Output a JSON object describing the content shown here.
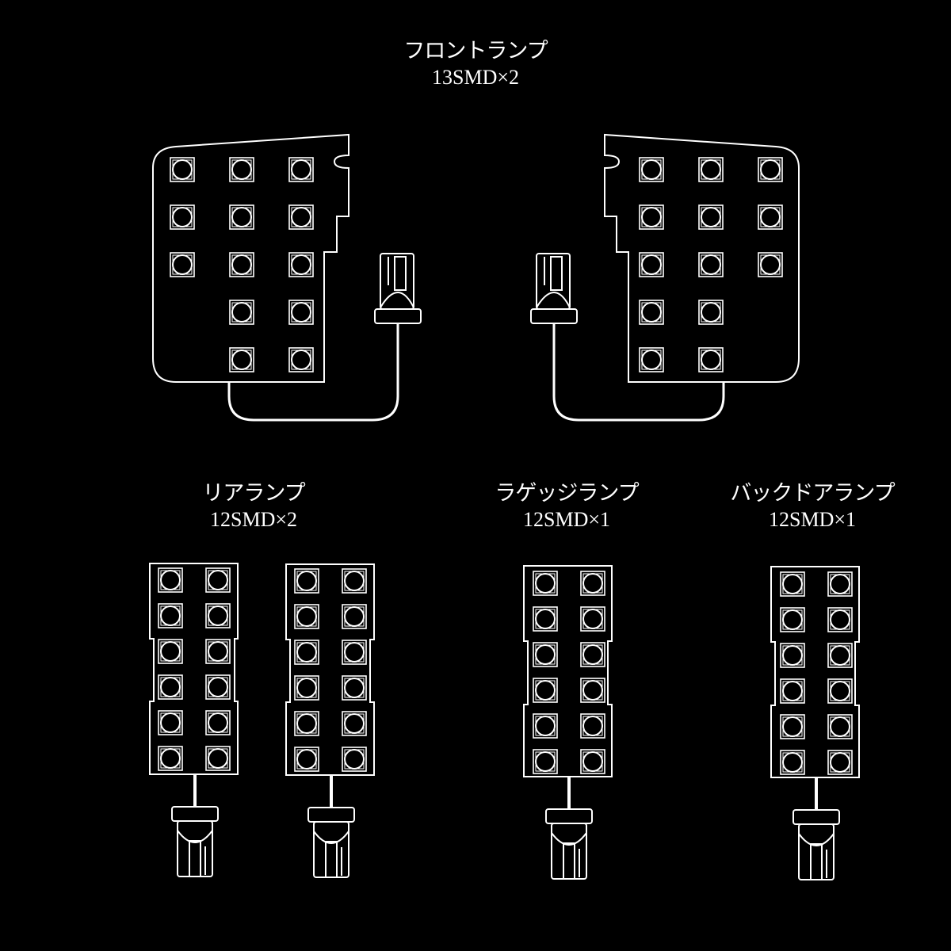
{
  "diagram": {
    "background": "#000000",
    "line_color": "#ffffff",
    "groups": [
      {
        "id": "front",
        "name": "フロントランプ",
        "spec": "13SMD×2",
        "led_count": 13,
        "quantity": 2
      },
      {
        "id": "rear",
        "name": "リアランプ",
        "spec": "12SMD×2",
        "led_count": 12,
        "quantity": 2
      },
      {
        "id": "luggage",
        "name": "ラゲッジランプ",
        "spec": "12SMD×1",
        "led_count": 12,
        "quantity": 1
      },
      {
        "id": "backdoor",
        "name": "バックドアランプ",
        "spec": "12SMD×1",
        "led_count": 12,
        "quantity": 1
      }
    ],
    "parts": [
      {
        "group": "front",
        "board": "front-left",
        "connector": "T10 wedge socket"
      },
      {
        "group": "front",
        "board": "front-right",
        "connector": "T10 wedge socket"
      },
      {
        "group": "rear",
        "board": "rear-1",
        "connector": "T10 wedge socket"
      },
      {
        "group": "rear",
        "board": "rear-2",
        "connector": "T10 wedge socket"
      },
      {
        "group": "luggage",
        "board": "luggage-1",
        "connector": "T10 wedge socket"
      },
      {
        "group": "backdoor",
        "board": "backdoor-1",
        "connector": "T10 wedge socket"
      }
    ]
  }
}
